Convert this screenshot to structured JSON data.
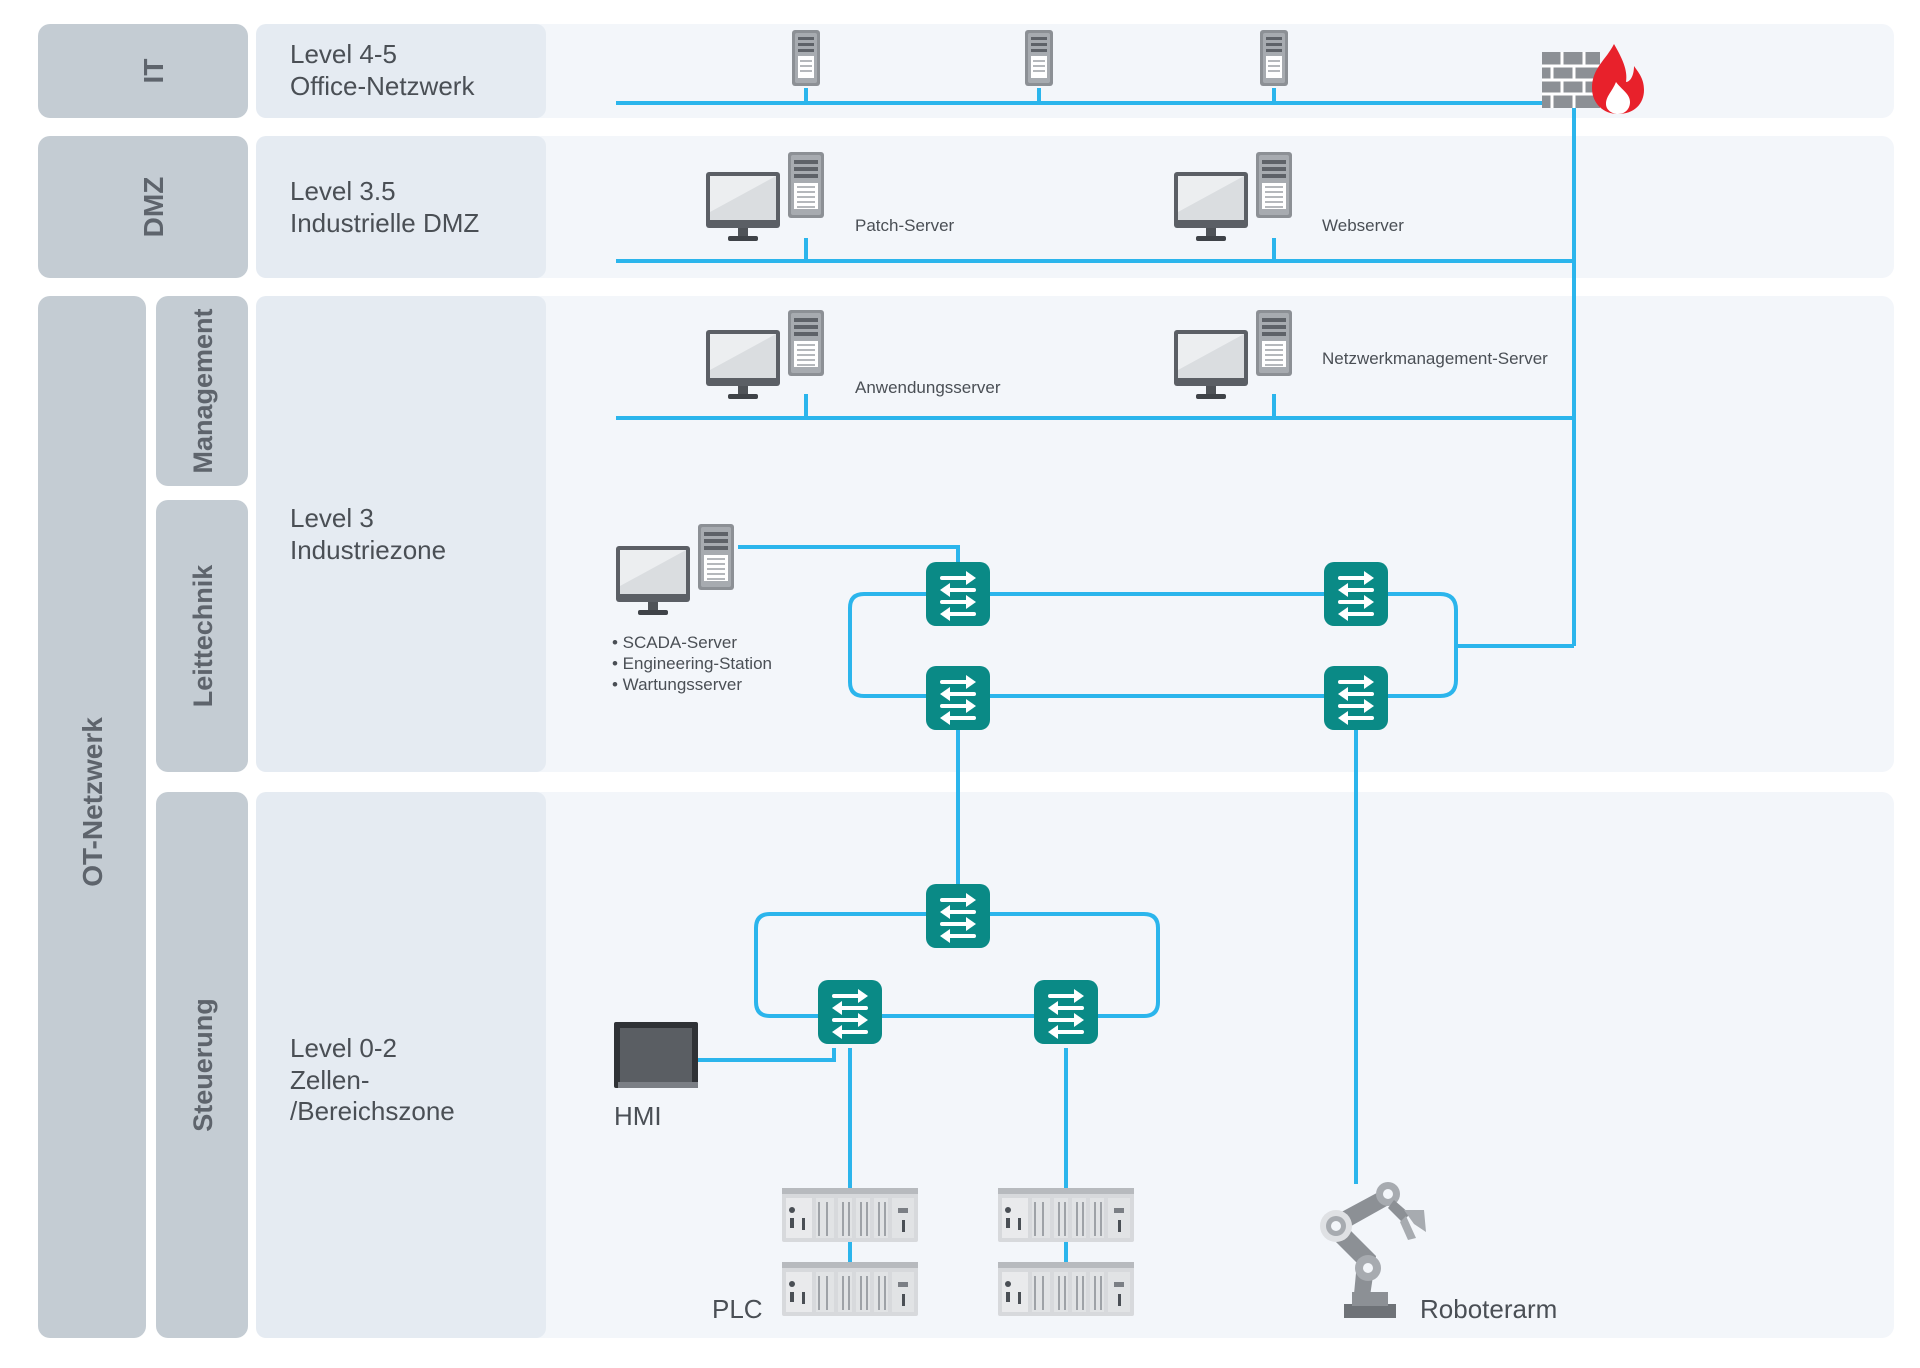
{
  "zones": {
    "it": "IT",
    "dmz": "DMZ",
    "ot": "OT-Netzwerk",
    "management": "Management",
    "leittechnik": "Leittechnik",
    "steuerung": "Steuerung"
  },
  "levels": {
    "office": [
      "Level 4-5",
      "Office-Netzwerk"
    ],
    "dmz": [
      "Level 3.5",
      "Industrielle DMZ"
    ],
    "industrie": [
      "Level 3",
      "Industriezone"
    ],
    "zellen": [
      "Level 0-2",
      "Zellen-",
      "/Bereichszone"
    ]
  },
  "devices": {
    "patch_server": "Patch-Server",
    "webserver": "Webserver",
    "anwendungsserver": "Anwendungsserver",
    "netzwerkmanagement": "Netzwerkmanagement-Server",
    "scada_list": [
      "• SCADA-Server",
      "• Engineering-Station",
      "• Wartungsserver"
    ],
    "hmi": "HMI",
    "plc": "PLC",
    "roboterarm": "Roboterarm"
  },
  "colors": {
    "network_line": "#2bb5ec",
    "switch": "#0a8a86",
    "zone_tab": "#c4ccd3",
    "level_panel": "#e5ebf2",
    "row_background": "#f3f6fa",
    "firewall_flame": "#e8212b"
  },
  "icons": [
    "server-tower-icon",
    "workstation-icon",
    "firewall-icon",
    "network-switch-icon",
    "hmi-panel-icon",
    "plc-rack-icon",
    "robot-arm-icon"
  ]
}
